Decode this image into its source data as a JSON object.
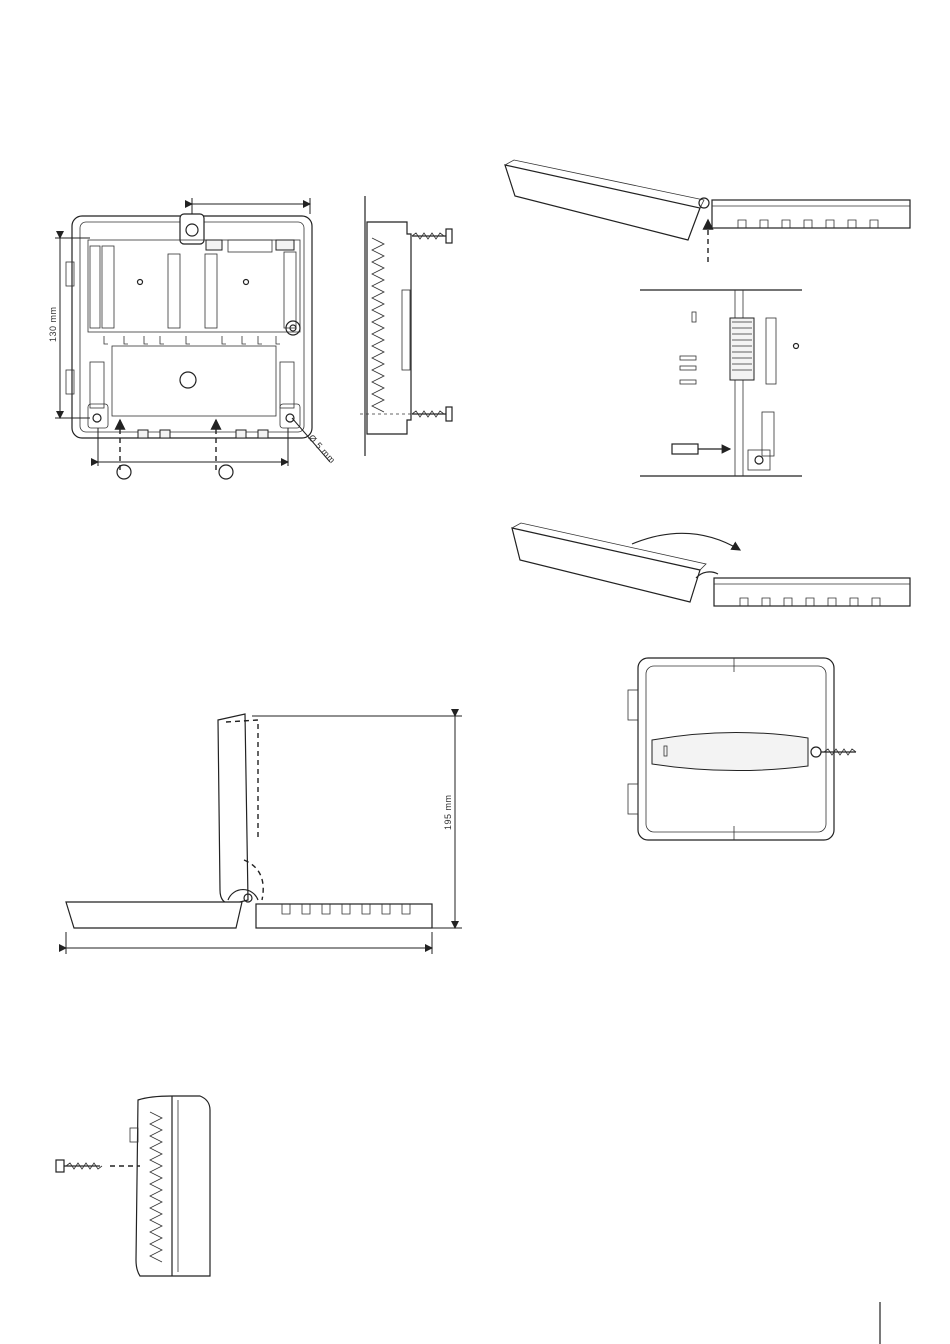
{
  "labels": {
    "dim_height_130": "130 mm",
    "dim_hole_5": "Ø 5 mm",
    "dim_open_195": "195 mm"
  }
}
